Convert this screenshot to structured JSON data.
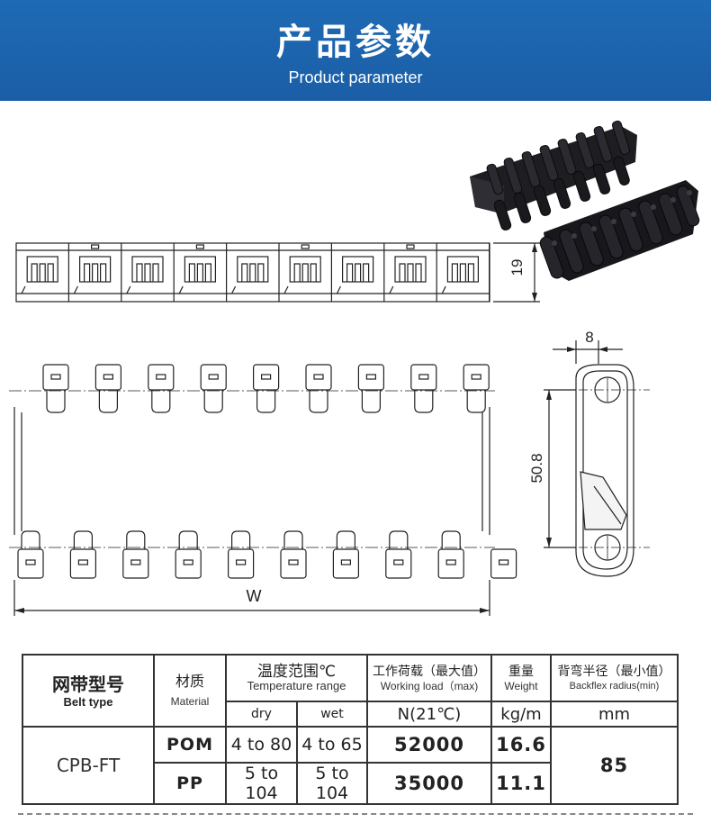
{
  "header": {
    "title_cn": "产品参数",
    "title_en": "Product parameter"
  },
  "drawing": {
    "dim_height": "19",
    "dim_pitch": "50.8",
    "dim_thickness": "8",
    "dim_width": "W"
  },
  "table": {
    "col_belt_type_cn": "网带型号",
    "col_belt_type_en": "Belt type",
    "col_material_cn": "材质",
    "col_material_en": "Material",
    "col_temp_cn": "温度范围℃",
    "col_temp_en": "Temperature range",
    "col_temp_dry": "dry",
    "col_temp_wet": "wet",
    "col_load_cn": "工作荷载（最大值）",
    "col_load_en": "Working load（max)",
    "col_load_unit": "N(21℃)",
    "col_weight_cn": "重量",
    "col_weight_en": "Weight",
    "col_weight_unit": "kg/m",
    "col_backflex_cn": "背弯半径（最小值）",
    "col_backflex_en": "Backflex radius(min)",
    "col_backflex_unit": "mm",
    "model": "CPB-FT",
    "backflex_value": "85",
    "rows": [
      {
        "material": "POM",
        "dry": "4 to 80",
        "wet": "4 to 65",
        "load": "52000",
        "weight": "16.6"
      },
      {
        "material": "PP",
        "dry": "5 to 104",
        "wet": "5 to 104",
        "load": "35000",
        "weight": "11.1"
      }
    ]
  }
}
